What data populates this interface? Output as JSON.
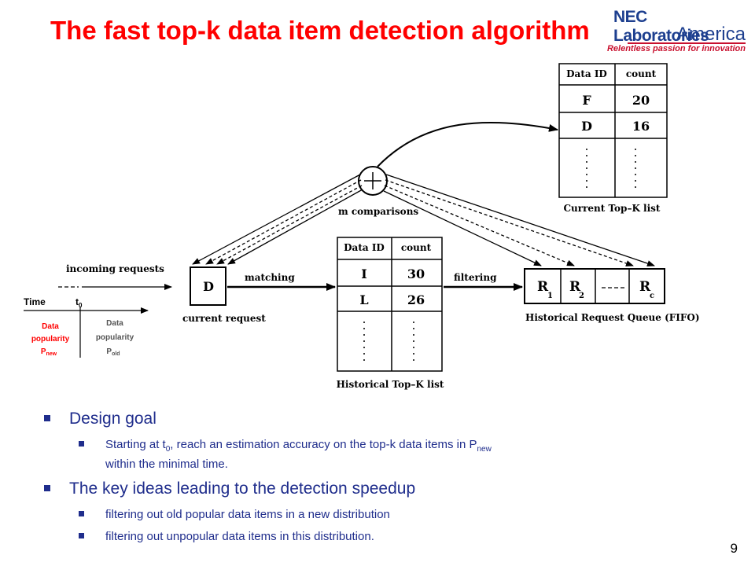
{
  "title": "The fast top-k data item detection algorithm",
  "logo": {
    "line1": "NEC Laboratories",
    "line2": "America",
    "tagline": "Relentless passion for innovation"
  },
  "diagram": {
    "current_topk": {
      "header": [
        "Data ID",
        "count"
      ],
      "rows": [
        [
          "F",
          "20"
        ],
        [
          "D",
          "16"
        ]
      ],
      "caption": "Current Top–K list"
    },
    "historical_topk": {
      "header": [
        "Data ID",
        "count"
      ],
      "rows": [
        [
          "I",
          "30"
        ],
        [
          "L",
          "26"
        ]
      ],
      "caption": "Historical Top–K list"
    },
    "comparator_symbol": "+",
    "m_comparisons": "m comparisons",
    "incoming_requests": "incoming requests",
    "current_request_value": "D",
    "current_request_label": "current request",
    "matching": "matching",
    "filtering": "filtering",
    "queue": {
      "cells": [
        {
          "r": "R",
          "sub": "1"
        },
        {
          "r": "R",
          "sub": "2"
        },
        {
          "r": "R",
          "sub": "c"
        }
      ],
      "caption": "Historical Request Queue (FIFO)"
    },
    "timeline": {
      "time_label": "Time",
      "t_label": "t",
      "t_sub": "0",
      "new_label_1": "Data",
      "new_label_2": "popularity",
      "new_p": "P",
      "new_sub": "new",
      "old_label_1": "Data",
      "old_label_2": "popularity",
      "old_p": "P",
      "old_sub": "old"
    }
  },
  "bullets": {
    "goal": "Design goal",
    "goal_detail_a": "Starting at t",
    "goal_detail_a_sub": "0",
    "goal_detail_b": ", reach an estimation accuracy on the top-k data items in P",
    "goal_detail_b_sub": "new",
    "goal_detail_c": "within the minimal time.",
    "ideas": "The key ideas leading to the detection speedup",
    "idea1": "filtering out old popular data items in a new distribution",
    "idea2": "filtering out unpopular data items in this distribution."
  },
  "page_number": "9",
  "colors": {
    "title": "#ff0000",
    "bullet_text": "#1f2d8c",
    "logo_blue": "#1d3f8f",
    "logo_red": "#c8102e",
    "new_popularity": "#ff0000",
    "old_popularity": "#555555"
  }
}
